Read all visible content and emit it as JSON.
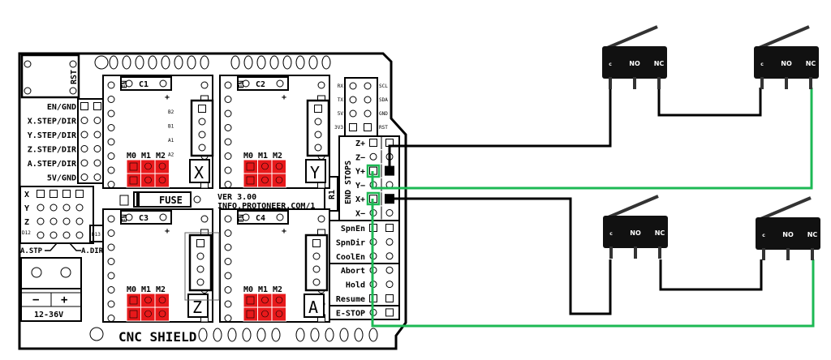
{
  "board": {
    "title": "CNC SHIELD",
    "version": "VER 3.00",
    "website": "INFO,PROTONEER.COM/1",
    "reset_label": "RST",
    "fuse_label": "FUSE",
    "resistor_label": "R1",
    "left_header": [
      "EN/GND",
      "X.STEP/DIR",
      "Y.STEP/DIR",
      "Z.STEP/DIR",
      "A.STEP/DIR",
      "5V/GND"
    ],
    "clone_rows": [
      "X",
      "Y",
      "Z"
    ],
    "d12_label": "D12",
    "d13_label": "D13",
    "a_step_label": "A.STP",
    "a_dir_label": "A.DIR",
    "power": {
      "minus": "−",
      "plus": "+",
      "voltage": "12-36V"
    },
    "drivers": [
      {
        "cap": "C1",
        "en": "EN",
        "axis": "X"
      },
      {
        "cap": "C2",
        "en": "EN",
        "axis": "Y"
      },
      {
        "cap": "C3",
        "en": "EN",
        "axis": "Z"
      },
      {
        "cap": "C4",
        "en": "EN",
        "axis": "A"
      }
    ],
    "microstep_labels": [
      "M0",
      "M1",
      "M2"
    ],
    "coil_labels": [
      "B2",
      "B1",
      "A1",
      "A2"
    ],
    "uart_left": [
      "RX",
      "TX",
      "5V",
      "3V3"
    ],
    "uart_right": [
      "SCL",
      "SDA",
      "GND",
      "RST"
    ],
    "end_stops_title": "END STOPS",
    "end_stops": [
      "Z+",
      "Z−",
      "Y+",
      "Y−",
      "X+",
      "X−"
    ],
    "spindle": [
      "SpnEn",
      "SpnDir",
      "CoolEn"
    ],
    "control": [
      "Abort",
      "Hold",
      "Resume"
    ],
    "estop": "E-STOP",
    "plus_mark": "+"
  },
  "switches": [
    {
      "pins": [
        "C",
        "NO",
        "NC"
      ]
    },
    {
      "pins": [
        "C",
        "NO",
        "NC"
      ]
    },
    {
      "pins": [
        "C",
        "NO",
        "NC"
      ]
    },
    {
      "pins": [
        "C",
        "NO",
        "NC"
      ]
    }
  ],
  "colors": {
    "jumper": "#e8191b",
    "ground_wire": "#000000",
    "signal_wire": "#1db954",
    "switch_body": "#111111"
  }
}
